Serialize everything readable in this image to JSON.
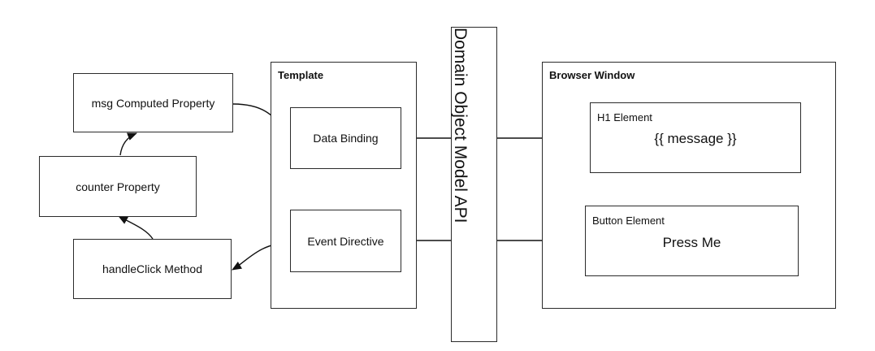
{
  "nodes": {
    "msg_computed": "msg Computed Property",
    "counter_property": "counter Property",
    "handle_click": "handleClick Method",
    "template_title": "Template",
    "data_binding": "Data Binding",
    "event_directive": "Event Directive",
    "dom_api": "Domain Object Model API",
    "browser_window_title": "Browser Window",
    "h1_element_title": "H1 Element",
    "h1_element_content": "{{ message }}",
    "button_element_title": "Button Element",
    "button_element_content": "Press Me"
  },
  "colors": {
    "stroke": "#2b2b2b",
    "text": "#111111"
  }
}
